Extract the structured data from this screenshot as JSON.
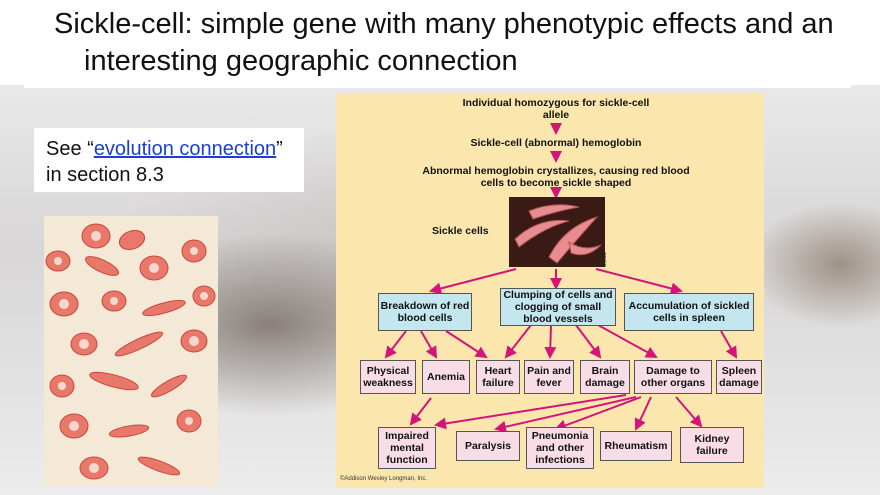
{
  "slide": {
    "title": "Sickle-cell: simple gene with many phenotypic effects and an interesting geographic connection",
    "callout": {
      "prefix": "See “",
      "link": "evolution connection",
      "suffix": "” in section 8.3"
    }
  },
  "diagram": {
    "steps": [
      "Individual homozygous for sickle-cell allele",
      "Sickle-cell (abnormal) hemoglobin",
      "Abnormal hemoglobin crystallizes, causing red blood cells to become sickle shaped"
    ],
    "sickle_cells_label": "Sickle cells",
    "magnification": "5,555×",
    "level1": [
      "Breakdown of red blood cells",
      "Clumping of cells and clogging of small blood vessels",
      "Accumulation of sickled cells in spleen"
    ],
    "level2": [
      "Physical weakness",
      "Anemia",
      "Heart failure",
      "Pain and fever",
      "Brain damage",
      "Damage to other organs",
      "Spleen damage"
    ],
    "level3": [
      "Impaired mental function",
      "Paralysis",
      "Pneumonia and other infections",
      "Rheumatism",
      "Kidney failure"
    ],
    "credit": "©Addison Wesley Longman, Inc.",
    "colors": {
      "panel": "#fbe7ae",
      "blue_box": "#c4e6ef",
      "pink_box": "#f8dde6",
      "arrow": "#d4147a"
    }
  }
}
